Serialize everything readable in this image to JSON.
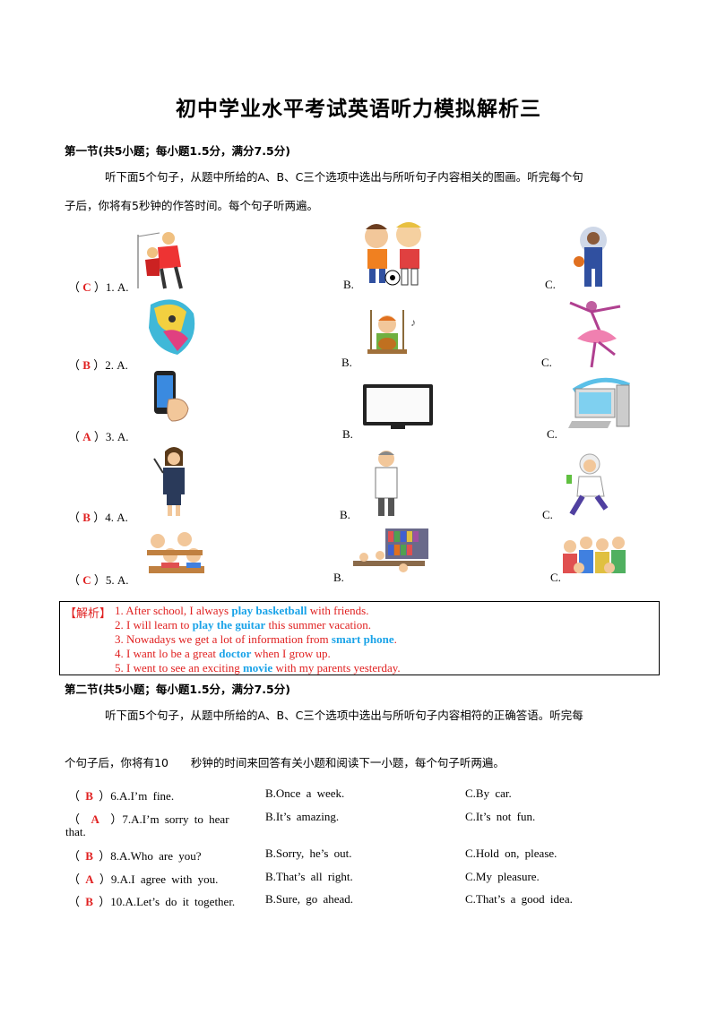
{
  "title": "初中学业水平考试英语听力模拟解析三",
  "section1": {
    "heading": "第一节(共5小题；每小题1.5分，满分7.5分)",
    "instruction_line1": "听下面5个句子，从题中所给的A、B、C三个选项中选出与所听句子内容相关的图画。听完每个句",
    "instruction_line2": "子后，你将有5秒钟的作答时间。每个句子听两遍。",
    "questions": [
      {
        "answer": "C",
        "num": "1. A.",
        "b": "B.",
        "c": "C."
      },
      {
        "answer": "B",
        "num": "2. A.",
        "b": "B.",
        "c": "C."
      },
      {
        "answer": "A",
        "num": "3. A.",
        "b": "B.",
        "c": "C."
      },
      {
        "answer": "B",
        "num": "4. A.",
        "b": "B.",
        "c": "C."
      },
      {
        "answer": "C",
        "num": "5. A.",
        "b": "B.",
        "c": "C."
      }
    ]
  },
  "explanation": {
    "label": "【解析】",
    "lines": [
      {
        "pre": "1. After school, I always ",
        "kw": "play basketball",
        "post": " with friends."
      },
      {
        "pre": "2. I will learn to ",
        "kw": "play the guitar",
        "post": " this summer vacation."
      },
      {
        "pre": "3. Nowadays we get a lot of information from ",
        "kw": "smart phone",
        "post": "."
      },
      {
        "pre": "4. I want lo be a great ",
        "kw": "doctor",
        "post": " when I grow up."
      },
      {
        "pre": "5. I went to see an exciting ",
        "kw": "movie",
        "post": " with my parents yesterday."
      }
    ]
  },
  "section2": {
    "heading": "第二节(共5小题；每小题1.5分，满分7.5分)",
    "instruction_line1": "听下面5个句子，从题中所给的A、B、C三个选项中选出与所听句子内容相符的正确答语。听完每",
    "instruction_line2": "个句子后，你将有10　　秒钟的时间来回答有关小题和阅读下一小题，每个句子听两遍。",
    "questions": [
      {
        "answer": "B",
        "a": "6.A.I’m fine.",
        "b": "B.Once a week.",
        "c": "C.By car."
      },
      {
        "answer": "A",
        "a": "7.A.I’m sorry to hear",
        "a2": "that.",
        "b": "B.It’s amazing.",
        "c": "C.It’s not fun."
      },
      {
        "answer": "B",
        "a": "8.A.Who are you?",
        "b": "B.Sorry, he’s out.",
        "c": "C.Hold on, please."
      },
      {
        "answer": "A",
        "a": "9.A.I agree with you.",
        "b": "B.That’s all right.",
        "c": "C.My pleasure."
      },
      {
        "answer": "B",
        "a": "10.A.Let’s do it together.",
        "b": "B.Sure, go ahead.",
        "c": "C.That’s a good idea."
      }
    ]
  },
  "colors": {
    "answer": "#e02020",
    "keyword": "#1aa3e8",
    "explanation": "#e02020"
  }
}
